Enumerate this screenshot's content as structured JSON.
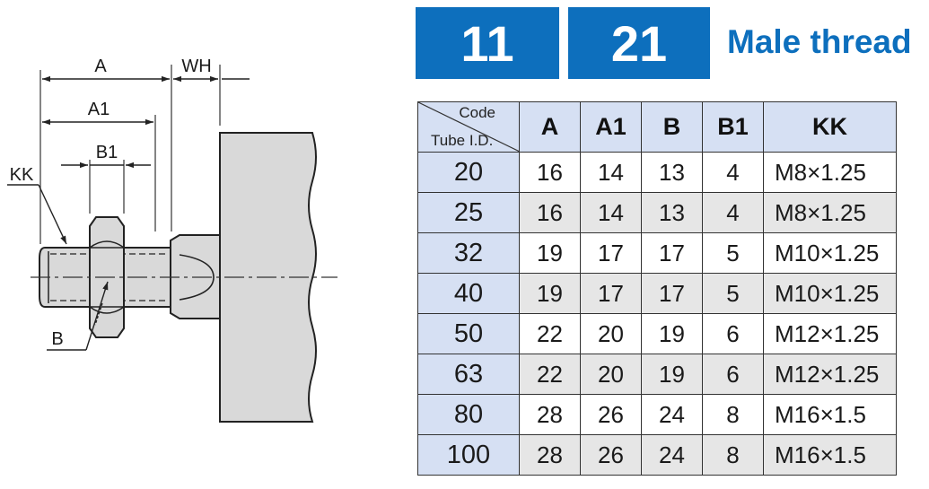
{
  "header": {
    "code_1": "11",
    "code_2": "21",
    "title": "Male thread"
  },
  "drawing": {
    "label_A": "A",
    "label_WH": "WH",
    "label_A1": "A1",
    "label_B1": "B1",
    "label_KK": "KK",
    "label_B": "B"
  },
  "table": {
    "corner_top": "Code",
    "corner_bottom": "Tube I.D.",
    "columns": [
      "A",
      "A1",
      "B",
      "B1",
      "KK"
    ],
    "rows": [
      {
        "tube": "20",
        "A": "16",
        "A1": "14",
        "B": "13",
        "B1": "4",
        "KK": "M8×1.25"
      },
      {
        "tube": "25",
        "A": "16",
        "A1": "14",
        "B": "13",
        "B1": "4",
        "KK": "M8×1.25"
      },
      {
        "tube": "32",
        "A": "19",
        "A1": "17",
        "B": "17",
        "B1": "5",
        "KK": "M10×1.25"
      },
      {
        "tube": "40",
        "A": "19",
        "A1": "17",
        "B": "17",
        "B1": "5",
        "KK": "M10×1.25"
      },
      {
        "tube": "50",
        "A": "22",
        "A1": "20",
        "B": "19",
        "B1": "6",
        "KK": "M12×1.25"
      },
      {
        "tube": "63",
        "A": "22",
        "A1": "20",
        "B": "19",
        "B1": "6",
        "KK": "M12×1.25"
      },
      {
        "tube": "80",
        "A": "28",
        "A1": "26",
        "B": "24",
        "B1": "8",
        "KK": "M16×1.5"
      },
      {
        "tube": "100",
        "A": "28",
        "A1": "26",
        "B": "24",
        "B1": "8",
        "KK": "M16×1.5"
      }
    ]
  }
}
